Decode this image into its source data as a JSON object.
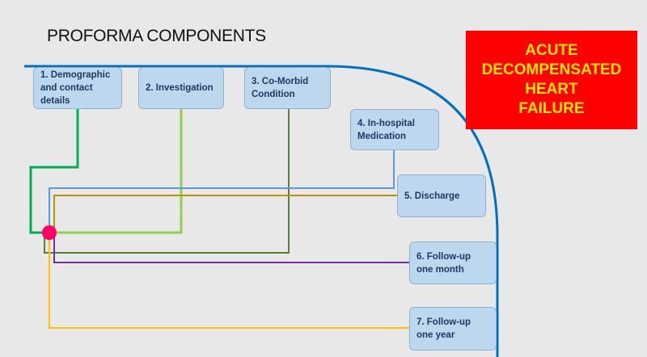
{
  "title": "PROFORMA COMPONENTS",
  "banner": {
    "text": "ACUTE\nDECOMPENSATED\nHEART\nFAILURE",
    "background": "#ff0000",
    "text_color": "#ffe600"
  },
  "components": [
    {
      "label": "1. Demographic\nand contact\ndetails",
      "line_color": "#00b050"
    },
    {
      "label": "2. Investigation",
      "line_color": "#92d050"
    },
    {
      "label": "3. Co-Morbid\nCondition",
      "line_color": "#548235"
    },
    {
      "label": "4. In-hospital\nMedication",
      "line_color": "#5b9bd5"
    },
    {
      "label": "5. Discharge",
      "line_color": "#bf9000"
    },
    {
      "label": "6. Follow-up\none month",
      "line_color": "#7030a0"
    },
    {
      "label": "7. Follow-up\none year",
      "line_color": "#ffc000"
    }
  ],
  "colors": {
    "box_fill": "#bdd7ee",
    "box_text": "#1f3864",
    "outline": "#0070c0",
    "hub": "#ff0066"
  }
}
